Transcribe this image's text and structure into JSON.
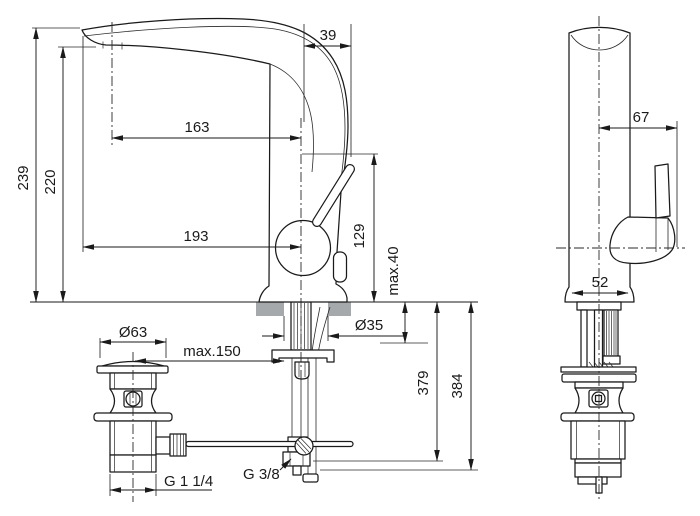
{
  "drawing": {
    "type": "technical-dimension-drawing",
    "subject": "single-lever basin mixer faucet with pop-up waste, side and front projections",
    "side_view": {
      "heights": {
        "overall": "239",
        "spout_underside": "220",
        "body_to_spout": "129"
      },
      "reaches": {
        "tip": "193",
        "aerator": "163",
        "bend_overhang": "39"
      },
      "mounting": {
        "deck_thickness_max": "max.40",
        "hole_diameter": "Ø35",
        "hose_drop_a": "379",
        "hose_drop_b": "384",
        "hose_thread": "G 3/8"
      },
      "waste": {
        "flange_diameter": "Ø63",
        "rod_reach_max": "max.150",
        "tailpiece_thread": "G 1 1/4"
      }
    },
    "front_view": {
      "handle_offset": "67",
      "body_width": "52"
    },
    "colors": {
      "line": "#1a1a1a",
      "counter_fill": "#a5a9ab",
      "background": "#ffffff"
    }
  }
}
